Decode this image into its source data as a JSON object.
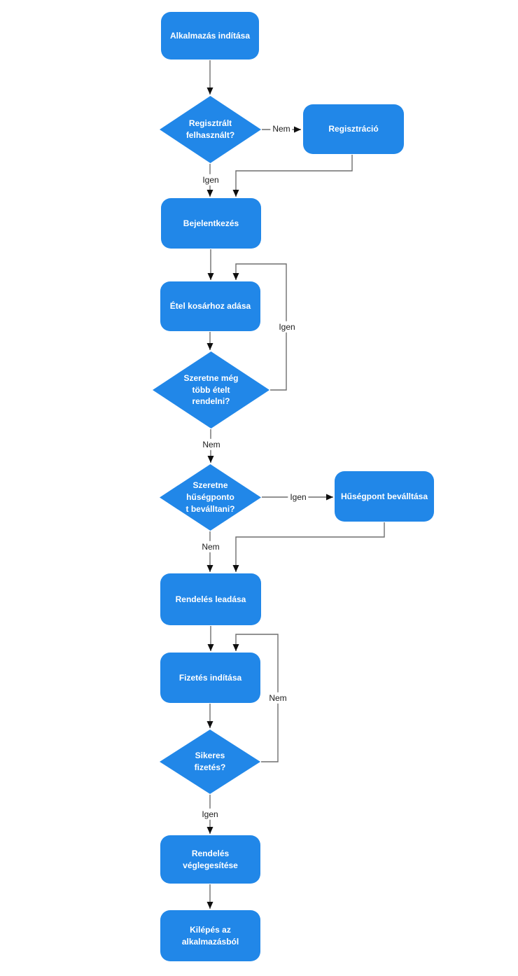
{
  "diagram": {
    "colors": {
      "background": "#ffffff",
      "node_fill": "#2187e8",
      "node_text": "#ffffff",
      "edge": "#6e6e6e",
      "arrowhead": "#0f0f0f",
      "edge_label_text": "#1c1c1c"
    },
    "nodes": [
      {
        "id": "start",
        "type": "process",
        "label": "Alkalmazás indítása"
      },
      {
        "id": "q-registered",
        "type": "decision",
        "label": "Regisztrált\nfelhasznált?"
      },
      {
        "id": "register",
        "type": "process",
        "label": "Regisztráció"
      },
      {
        "id": "login",
        "type": "process",
        "label": "Bejelentkezés"
      },
      {
        "id": "add-food",
        "type": "process",
        "label": "Étel kosárhoz adása"
      },
      {
        "id": "q-more-food",
        "type": "decision",
        "label": "Szeretne még\ntöbb ételt\nrendelni?"
      },
      {
        "id": "q-loyalty",
        "type": "decision",
        "label": "Szeretne\nhűségponto\nt beválltani?"
      },
      {
        "id": "redeem",
        "type": "process",
        "label": "Hűségpont beválltása"
      },
      {
        "id": "place-order",
        "type": "process",
        "label": "Rendelés leadása"
      },
      {
        "id": "payment",
        "type": "process",
        "label": "Fizetés indítása"
      },
      {
        "id": "q-pay-success",
        "type": "decision",
        "label": "Sikeres\nfizetés?"
      },
      {
        "id": "finalize",
        "type": "process",
        "label": "Rendelés\nvéglegesítése"
      },
      {
        "id": "exit",
        "type": "process",
        "label": "Kilépés az\nalkalmazásból"
      }
    ],
    "edge_labels": [
      {
        "id": "registered-no",
        "text": "Nem"
      },
      {
        "id": "registered-yes",
        "text": "Igen"
      },
      {
        "id": "more-food-yes",
        "text": "Igen"
      },
      {
        "id": "more-food-no",
        "text": "Nem"
      },
      {
        "id": "loyalty-yes",
        "text": "Igen"
      },
      {
        "id": "loyalty-no",
        "text": "Nem"
      },
      {
        "id": "pay-success-no",
        "text": "Nem"
      },
      {
        "id": "pay-success-yes",
        "text": "Igen"
      }
    ]
  }
}
